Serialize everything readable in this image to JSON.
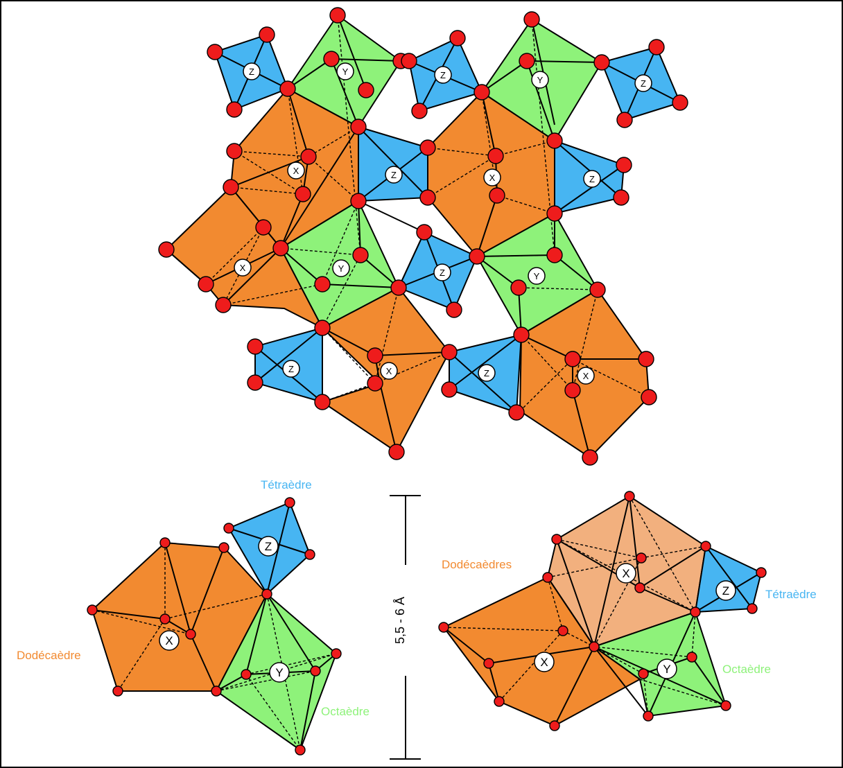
{
  "colors": {
    "dodecahedron": "#f28a30",
    "dodecahedron_light": "#f2b07e",
    "octahedron": "#8ef27a",
    "tetrahedron": "#47b5f2",
    "oxygen_atom": "#ee1c1c",
    "label_dodecahedron": "#f28a30",
    "label_octahedron": "#8ef27a",
    "label_tetrahedron": "#47b5f2"
  },
  "sites": {
    "x": "X",
    "y": "Y",
    "z": "Z"
  },
  "labels": {
    "tetraedre_left": "Tétraèdre",
    "dodecaedre_left": "Dodécaèdre",
    "octaedre_left": "Octaèdre",
    "dodecaedres_right": "Dodécaèdres",
    "tetraedre_right": "Tétraèdre",
    "octaedre_right": "Octaèdre"
  },
  "scale": {
    "text": "5,5 - 6 Å"
  }
}
